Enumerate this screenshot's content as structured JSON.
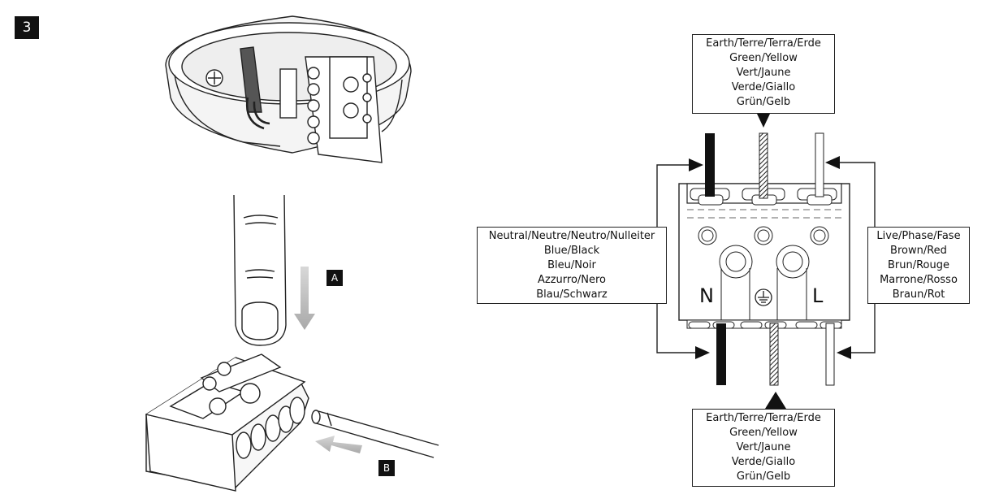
{
  "step": {
    "number": "3"
  },
  "tags": {
    "a": "A",
    "b": "B"
  },
  "earth_top": {
    "lines": [
      "Earth/Terre/Terra/Erde",
      "Green/Yellow",
      "Vert/Jaune",
      "Verde/Giallo",
      "Grün/Gelb"
    ]
  },
  "neutral": {
    "lines": [
      "Neutral/Neutre/Neutro/Nulleiter",
      "Blue/Black",
      "Bleu/Noir",
      "Azzurro/Nero",
      "Blau/Schwarz"
    ]
  },
  "live": {
    "lines": [
      "Live/Phase/Fase",
      "Brown/Red",
      "Brun/Rouge",
      "Marrone/Rosso",
      "Braun/Rot"
    ]
  },
  "earth_bottom": {
    "lines": [
      "Earth/Terre/Terra/Erde",
      "Green/Yellow",
      "Vert/Jaune",
      "Verde/Giallo",
      "Grün/Gelb"
    ]
  },
  "terminal": {
    "neutral_letter": "N",
    "live_letter": "L"
  },
  "icons": {
    "earth": "earth-ground-icon"
  }
}
